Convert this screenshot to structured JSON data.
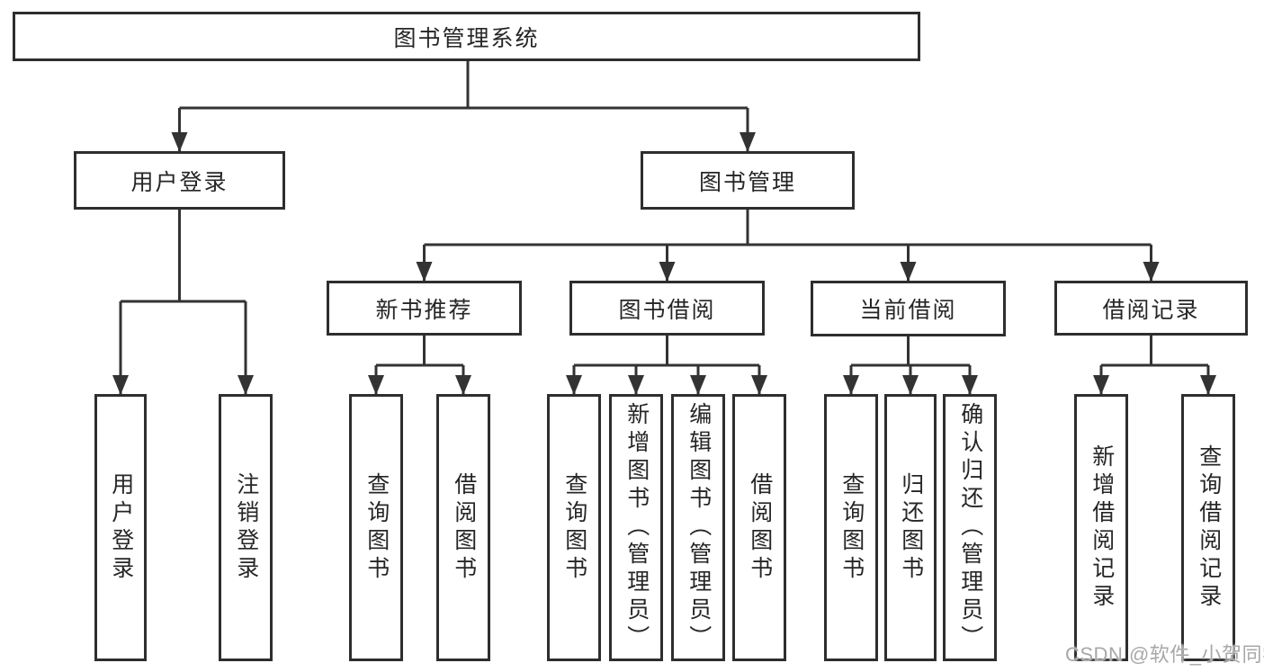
{
  "diagram_title": "图书管理系统",
  "colors": {
    "background": "#ffffff",
    "line": "#333333",
    "box_border": "#2e2e2e",
    "box_bg": "#ffffff",
    "text": "#262626",
    "watermark": "#a8a8a8"
  },
  "tree": {
    "root": {
      "label": "图书管理系统",
      "children": [
        {
          "label": "用户登录",
          "children": [
            {
              "label": "用户登录"
            },
            {
              "label": "注销登录"
            }
          ]
        },
        {
          "label": "图书管理",
          "children": [
            {
              "label": "新书推荐",
              "children": [
                {
                  "label": "查询图书"
                },
                {
                  "label": "借阅图书"
                }
              ]
            },
            {
              "label": "图书借阅",
              "children": [
                {
                  "label": "查询图书"
                },
                {
                  "label": "新增图书（管理员）"
                },
                {
                  "label": "编辑图书（管理员）"
                },
                {
                  "label": "借阅图书"
                }
              ]
            },
            {
              "label": "当前借阅",
              "children": [
                {
                  "label": "查询图书"
                },
                {
                  "label": "归还图书"
                },
                {
                  "label": "确认归还（管理员）"
                }
              ]
            },
            {
              "label": "借阅记录",
              "children": [
                {
                  "label": "新增借阅记录"
                },
                {
                  "label": "查询借阅记录"
                }
              ]
            }
          ]
        }
      ]
    }
  },
  "watermark": {
    "text": "CSDN @软件_小贺同学"
  }
}
